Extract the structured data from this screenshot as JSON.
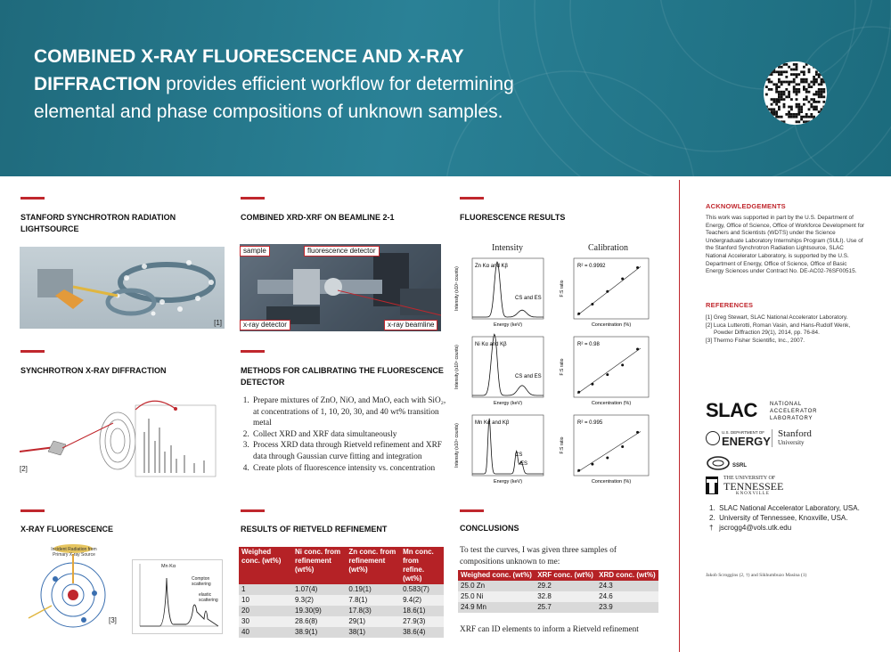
{
  "banner": {
    "title_bold": "COMBINED X-RAY FLUORESCENCE AND X-RAY DIFFRACTION",
    "title_rest": " provides efficient workflow for determining elemental and phase compositions of unknown samples."
  },
  "sections": {
    "ssrl": {
      "heading": "STANFORD SYNCHROTRON RADIATION LIGHTSOURCE",
      "ref": "[1]"
    },
    "xrd": {
      "heading": "SYNCHROTRON X-RAY DIFFRACTION",
      "ref": "[2]"
    },
    "xrf": {
      "heading": "X-RAY FLUORESCENCE",
      "ref": "[3]",
      "incident_label": "Incident Radiation from Primary X-ray Source",
      "mn_label": "Mn Kα",
      "compton_label": "Compton scattering",
      "elastic_label": "elastic scattering"
    },
    "beamline": {
      "heading": "COMBINED XRD-XRF ON BEAMLINE 2-1",
      "labels": {
        "sample": "sample",
        "fluorescence_detector": "fluorescence detector",
        "xray_detector": "x-ray detector",
        "xray_beamline": "x-ray beamline"
      }
    },
    "methods": {
      "heading": "METHODS FOR CALIBRATING THE FLUORESCENCE DETECTOR",
      "items": [
        "Prepare mixtures of ZnO, NiO, and MnO, each with SiO₂, at concentrations of 1, 10, 20, 30, and 40 wt% transition metal",
        "Collect XRD and XRF data simultaneously",
        "Process XRD data through Rietveld refinement and XRF data through Gaussian curve fitting and integration",
        "Create plots of fluorescence intensity vs. concentration"
      ]
    },
    "rietveld": {
      "heading": "RESULTS OF RIETVELD REFINEMENT",
      "headers": [
        "Weighed conc. (wt%)",
        "Ni conc. from refinement (wt%)",
        "Zn conc. from refinement (wt%)",
        "Mn conc. from refine. (wt%)"
      ],
      "rows": [
        [
          "1",
          "1.07(4)",
          "0.19(1)",
          "0.583(7)"
        ],
        [
          "10",
          "9.3(2)",
          "7.8(1)",
          "9.4(2)"
        ],
        [
          "20",
          "19.30(9)",
          "17.8(3)",
          "18.6(1)"
        ],
        [
          "30",
          "28.6(8)",
          "29(1)",
          "27.9(3)"
        ],
        [
          "40",
          "38.9(1)",
          "38(1)",
          "38.6(4)"
        ]
      ]
    },
    "fluorescence": {
      "heading": "FLUORESCENCE RESULTS",
      "col_intensity": "Intensity",
      "col_calibration": "Calibration",
      "intensity_ylabel": "Intensity (x10⁴ counts)",
      "intensity_xlabel": "Energy (keV)",
      "calib_ylabel": "F:S ratio",
      "calib_xlabel": "Concentration (%)",
      "panels": [
        {
          "element_label": "Zn Kα and Kβ",
          "scatter_label": "CS and ES",
          "r2": "R² = 0.9992"
        },
        {
          "element_label": "Ni Kα and Kβ",
          "scatter_label": "CS and ES",
          "r2": "R² = 0.98"
        },
        {
          "element_label": "Mn Kα and Kβ",
          "scatter_label": "CS",
          "scatter_label_2": "ES",
          "r2": "R² = 0.995"
        }
      ]
    },
    "conclusions": {
      "heading": "CONCLUSIONS",
      "intro": "To test the curves, I was given three samples of compositions unknown to me:",
      "headers": [
        "Weighed conc. (wt%)",
        "XRF conc. (wt%)",
        "XRD conc. (wt%)"
      ],
      "rows": [
        [
          "25.0 Zn",
          "29.2",
          "24.3"
        ],
        [
          "25.0 Ni",
          "32.8",
          "24.6"
        ],
        [
          "24.9 Mn",
          "25.7",
          "23.9"
        ]
      ],
      "outro": "XRF can ID elements to inform a Rietveld refinement"
    }
  },
  "sidebar": {
    "ack_heading": "ACKNOWLEDGEMENTS",
    "ack_text": "This work was supported in part by the U.S. Department of Energy, Office of Science, Office of Workforce Development for Teachers and Scientists (WDTS) under the Science Undergraduate Laboratory Internships Program (SULI). Use of the Stanford Synchrotron Radiation Lightsource, SLAC National Accelerator Laboratory, is supported by the U.S. Department of Energy, Office of Science, Office of Basic Energy Sciences under Contract No. DE-AC02-76SF00515.",
    "ref_heading": "REFERENCES",
    "refs": [
      "[1] Greg Stewart, SLAC National Accelerator Laboratory.",
      "[2] Luca Lutterotti, Roman Vasin, and Hans-Rudolf Wenk, Powder Diffraction 29(1), 2014, pp. 76-84.",
      "[3] Thermo Fisher Scientific, Inc., 2007."
    ],
    "logos": {
      "slac": "SLAC",
      "slac_sub": [
        "NATIONAL",
        "ACCELERATOR",
        "LABORATORY"
      ],
      "doe_small": "U.S. DEPARTMENT OF",
      "doe": "ENERGY",
      "stanford": "Stanford",
      "stanford_sub": "University",
      "ssrl": "SSRL",
      "ut_small": "THE UNIVERSITY OF",
      "ut": "TENNESSEE",
      "ut_sub": "KNOXVILLE"
    },
    "affiliations": [
      "1.  SLAC National Accelerator Laboratory, USA.",
      "2.  University of Tennessee, Knoxville, USA.",
      "†   jscrogg4@vols.utk.edu"
    ],
    "authors": "Jakob Scroggins (2, †) and Sikhumbuzo Masina (1)"
  },
  "colors": {
    "banner": "#2a8196",
    "accent": "#c0272d",
    "table_header": "#b52226"
  }
}
